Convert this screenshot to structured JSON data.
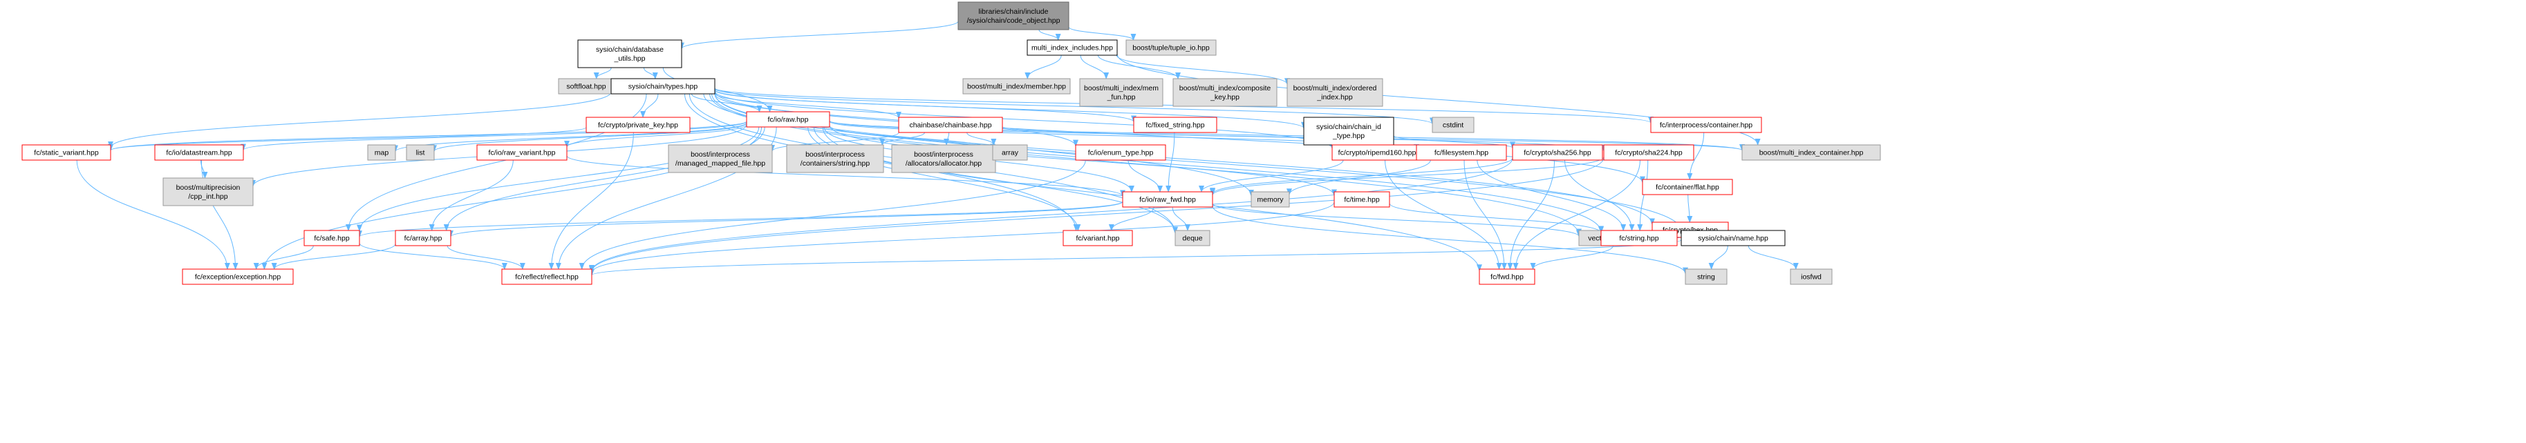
{
  "colors": {
    "edge": "#63b8ff",
    "root_fill": "#999999",
    "root_stroke": "#666666",
    "doc_fill": "#ffffff",
    "doc_stroke": "#000000",
    "red_stroke": "#ff0000",
    "ext_fill": "#e0e0e0",
    "ext_stroke": "#999999"
  },
  "nodes": [
    {
      "id": "root",
      "kind": "root",
      "lines": [
        "libraries/chain/include",
        "/sysio/chain/code_object.hpp"
      ]
    },
    {
      "id": "dbutils",
      "kind": "doc",
      "lines": [
        "sysio/chain/database",
        "_utils.hpp"
      ]
    },
    {
      "id": "mii",
      "kind": "doc",
      "lines": [
        "multi_index_includes.hpp"
      ]
    },
    {
      "id": "tupleio",
      "kind": "ext",
      "lines": [
        "boost/tuple/tuple_io.hpp"
      ]
    },
    {
      "id": "softfloat",
      "kind": "ext",
      "lines": [
        "softfloat.hpp"
      ]
    },
    {
      "id": "types",
      "kind": "doc",
      "lines": [
        "sysio/chain/types.hpp"
      ]
    },
    {
      "id": "mi_member",
      "kind": "ext",
      "lines": [
        "boost/multi_index/member.hpp"
      ]
    },
    {
      "id": "mi_memfun",
      "kind": "ext",
      "lines": [
        "boost/multi_index/mem",
        "_fun.hpp"
      ]
    },
    {
      "id": "mi_composite",
      "kind": "ext",
      "lines": [
        "boost/multi_index/composite",
        "_key.hpp"
      ]
    },
    {
      "id": "mi_ordered",
      "kind": "ext",
      "lines": [
        "boost/multi_index/ordered",
        "_index.hpp"
      ]
    },
    {
      "id": "privkey",
      "kind": "red",
      "lines": [
        "fc/crypto/private_key.hpp"
      ]
    },
    {
      "id": "raw",
      "kind": "red",
      "lines": [
        "fc/io/raw.hpp"
      ]
    },
    {
      "id": "chainbase",
      "kind": "red",
      "lines": [
        "chainbase/chainbase.hpp"
      ]
    },
    {
      "id": "fixedstr",
      "kind": "red",
      "lines": [
        "fc/fixed_string.hpp"
      ]
    },
    {
      "id": "chainid",
      "kind": "doc",
      "lines": [
        "sysio/chain/chain_id",
        "_type.hpp"
      ]
    },
    {
      "id": "cstdint",
      "kind": "ext",
      "lines": [
        "cstdint"
      ]
    },
    {
      "id": "ipccontainer",
      "kind": "red",
      "lines": [
        "fc/interprocess/container.hpp"
      ]
    },
    {
      "id": "staticvariant",
      "kind": "red",
      "lines": [
        "fc/static_variant.hpp"
      ]
    },
    {
      "id": "datastream",
      "kind": "red",
      "lines": [
        "fc/io/datastream.hpp"
      ]
    },
    {
      "id": "map",
      "kind": "ext",
      "lines": [
        "map"
      ]
    },
    {
      "id": "list",
      "kind": "ext",
      "lines": [
        "list"
      ]
    },
    {
      "id": "rawvariant",
      "kind": "red",
      "lines": [
        "fc/io/raw_variant.hpp"
      ]
    },
    {
      "id": "mmf",
      "kind": "ext",
      "lines": [
        "boost/interprocess",
        "/managed_mapped_file.hpp"
      ]
    },
    {
      "id": "ipcstring",
      "kind": "ext",
      "lines": [
        "boost/interprocess",
        "/containers/string.hpp"
      ]
    },
    {
      "id": "ipcalloc",
      "kind": "ext",
      "lines": [
        "boost/interprocess",
        "/allocators/allocator.hpp"
      ]
    },
    {
      "id": "array",
      "kind": "ext",
      "lines": [
        "array"
      ]
    },
    {
      "id": "enumtype",
      "kind": "red",
      "lines": [
        "fc/io/enum_type.hpp"
      ]
    },
    {
      "id": "ripemd",
      "kind": "red",
      "lines": [
        "fc/crypto/ripemd160.hpp"
      ]
    },
    {
      "id": "filesystem",
      "kind": "red",
      "lines": [
        "fc/filesystem.hpp"
      ]
    },
    {
      "id": "sha256",
      "kind": "red",
      "lines": [
        "fc/crypto/sha256.hpp"
      ]
    },
    {
      "id": "sha224",
      "kind": "red",
      "lines": [
        "fc/crypto/sha224.hpp"
      ]
    },
    {
      "id": "flat",
      "kind": "red",
      "lines": [
        "fc/container/flat.hpp"
      ]
    },
    {
      "id": "micontainer",
      "kind": "ext",
      "lines": [
        "boost/multi_index_container.hpp"
      ]
    },
    {
      "id": "cppint",
      "kind": "ext",
      "lines": [
        "boost/multiprecision",
        "/cpp_int.hpp"
      ]
    },
    {
      "id": "memory",
      "kind": "ext",
      "lines": [
        "memory"
      ]
    },
    {
      "id": "rawfwd",
      "kind": "red",
      "lines": [
        "fc/io/raw_fwd.hpp"
      ]
    },
    {
      "id": "time",
      "kind": "red",
      "lines": [
        "fc/time.hpp"
      ]
    },
    {
      "id": "hex",
      "kind": "red",
      "lines": [
        "fc/crypto/hex.hpp"
      ]
    },
    {
      "id": "safe",
      "kind": "red",
      "lines": [
        "fc/safe.hpp"
      ]
    },
    {
      "id": "fcarray",
      "kind": "red",
      "lines": [
        "fc/array.hpp"
      ]
    },
    {
      "id": "variant",
      "kind": "red",
      "lines": [
        "fc/variant.hpp"
      ]
    },
    {
      "id": "deque",
      "kind": "ext",
      "lines": [
        "deque"
      ]
    },
    {
      "id": "vector",
      "kind": "ext",
      "lines": [
        "vector"
      ]
    },
    {
      "id": "string_h",
      "kind": "red",
      "lines": [
        "fc/string.hpp"
      ]
    },
    {
      "id": "name",
      "kind": "doc",
      "lines": [
        "sysio/chain/name.hpp"
      ]
    },
    {
      "id": "exception",
      "kind": "red",
      "lines": [
        "fc/exception/exception.hpp"
      ]
    },
    {
      "id": "reflect",
      "kind": "red",
      "lines": [
        "fc/reflect/reflect.hpp"
      ]
    },
    {
      "id": "fwd",
      "kind": "red",
      "lines": [
        "fc/fwd.hpp"
      ]
    },
    {
      "id": "string_std",
      "kind": "ext",
      "lines": [
        "string"
      ]
    },
    {
      "id": "iosfwd",
      "kind": "ext",
      "lines": [
        "iosfwd"
      ]
    }
  ],
  "edges": [
    [
      "root",
      "dbutils"
    ],
    [
      "root",
      "mii"
    ],
    [
      "root",
      "tupleio"
    ],
    [
      "dbutils",
      "softfloat"
    ],
    [
      "dbutils",
      "types"
    ],
    [
      "dbutils",
      "raw"
    ],
    [
      "mii",
      "mi_member"
    ],
    [
      "mii",
      "mi_memfun"
    ],
    [
      "mii",
      "mi_composite"
    ],
    [
      "mii",
      "mi_ordered"
    ],
    [
      "mii",
      "micontainer"
    ],
    [
      "types",
      "privkey"
    ],
    [
      "types",
      "raw"
    ],
    [
      "types",
      "chainbase"
    ],
    [
      "types",
      "fixedstr"
    ],
    [
      "types",
      "chainid"
    ],
    [
      "types",
      "cstdint"
    ],
    [
      "types",
      "ipccontainer"
    ],
    [
      "types",
      "staticvariant"
    ],
    [
      "types",
      "enumtype"
    ],
    [
      "types",
      "ripemd"
    ],
    [
      "types",
      "memory"
    ],
    [
      "types",
      "deque"
    ],
    [
      "types",
      "vector"
    ],
    [
      "types",
      "name"
    ],
    [
      "types",
      "safe"
    ],
    [
      "types",
      "variant"
    ],
    [
      "types",
      "string_h"
    ],
    [
      "types",
      "hex"
    ],
    [
      "types",
      "flat"
    ],
    [
      "privkey",
      "staticvariant"
    ],
    [
      "privkey",
      "reflect"
    ],
    [
      "raw",
      "staticvariant"
    ],
    [
      "raw",
      "datastream"
    ],
    [
      "raw",
      "map"
    ],
    [
      "raw",
      "list"
    ],
    [
      "raw",
      "rawvariant"
    ],
    [
      "raw",
      "array"
    ],
    [
      "raw",
      "cppint"
    ],
    [
      "raw",
      "filesystem"
    ],
    [
      "raw",
      "sha224"
    ],
    [
      "raw",
      "micontainer"
    ],
    [
      "raw",
      "rawfwd"
    ],
    [
      "raw",
      "time"
    ],
    [
      "raw",
      "safe"
    ],
    [
      "raw",
      "fcarray"
    ],
    [
      "raw",
      "variant"
    ],
    [
      "raw",
      "exception"
    ],
    [
      "raw",
      "reflect"
    ],
    [
      "raw",
      "fwd"
    ],
    [
      "raw",
      "deque"
    ],
    [
      "chainbase",
      "mmf"
    ],
    [
      "chainbase",
      "ipcstring"
    ],
    [
      "chainbase",
      "ipcalloc"
    ],
    [
      "chainbase",
      "array"
    ],
    [
      "chainbase",
      "micontainer"
    ],
    [
      "fixedstr",
      "rawfwd"
    ],
    [
      "chainid",
      "sha256"
    ],
    [
      "ipccontainer",
      "flat"
    ],
    [
      "staticvariant",
      "exception"
    ],
    [
      "datastream",
      "cppint"
    ],
    [
      "datastream",
      "exception"
    ],
    [
      "rawvariant",
      "rawfwd"
    ],
    [
      "rawvariant",
      "fcarray"
    ],
    [
      "enumtype",
      "reflect"
    ],
    [
      "enumtype",
      "rawfwd"
    ],
    [
      "ripemd",
      "rawfwd"
    ],
    [
      "ripemd",
      "fwd"
    ],
    [
      "filesystem",
      "memory"
    ],
    [
      "filesystem",
      "string_h"
    ],
    [
      "filesystem",
      "fwd"
    ],
    [
      "sha256",
      "rawfwd"
    ],
    [
      "sha256",
      "string_h"
    ],
    [
      "sha256",
      "fwd"
    ],
    [
      "sha256",
      "reflect"
    ],
    [
      "sha224",
      "rawfwd"
    ],
    [
      "sha224",
      "string_h"
    ],
    [
      "sha224",
      "fwd"
    ],
    [
      "sha224",
      "reflect"
    ],
    [
      "flat",
      "hex"
    ],
    [
      "rawfwd",
      "safe"
    ],
    [
      "rawfwd",
      "fcarray"
    ],
    [
      "rawfwd",
      "variant"
    ],
    [
      "rawfwd",
      "deque"
    ],
    [
      "rawfwd",
      "vector"
    ],
    [
      "rawfwd",
      "string_std"
    ],
    [
      "time",
      "string_h"
    ],
    [
      "time",
      "reflect"
    ],
    [
      "hex",
      "string_h"
    ],
    [
      "hex",
      "vector"
    ],
    [
      "safe",
      "exception"
    ],
    [
      "safe",
      "reflect"
    ],
    [
      "fcarray",
      "exception"
    ],
    [
      "fcarray",
      "reflect"
    ],
    [
      "string_h",
      "fwd"
    ],
    [
      "name",
      "reflect"
    ],
    [
      "name",
      "string_std"
    ],
    [
      "name",
      "iosfwd"
    ]
  ]
}
